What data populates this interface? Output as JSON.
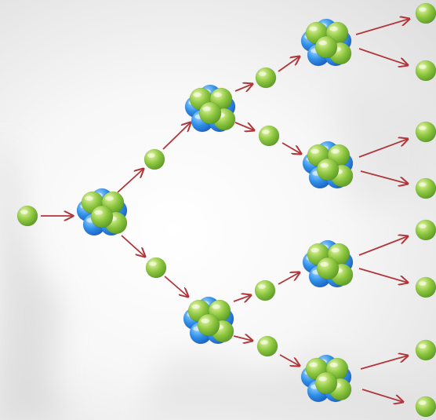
{
  "diagram": {
    "type": "nuclear-chain-reaction",
    "colors": {
      "neutron": "#8cc63f",
      "proton": "#2f8fe8",
      "arrow": "#b0363a",
      "background": "#f4f4f4"
    },
    "generations": 4,
    "nuclei_count": 7,
    "neutron_count": 14
  }
}
